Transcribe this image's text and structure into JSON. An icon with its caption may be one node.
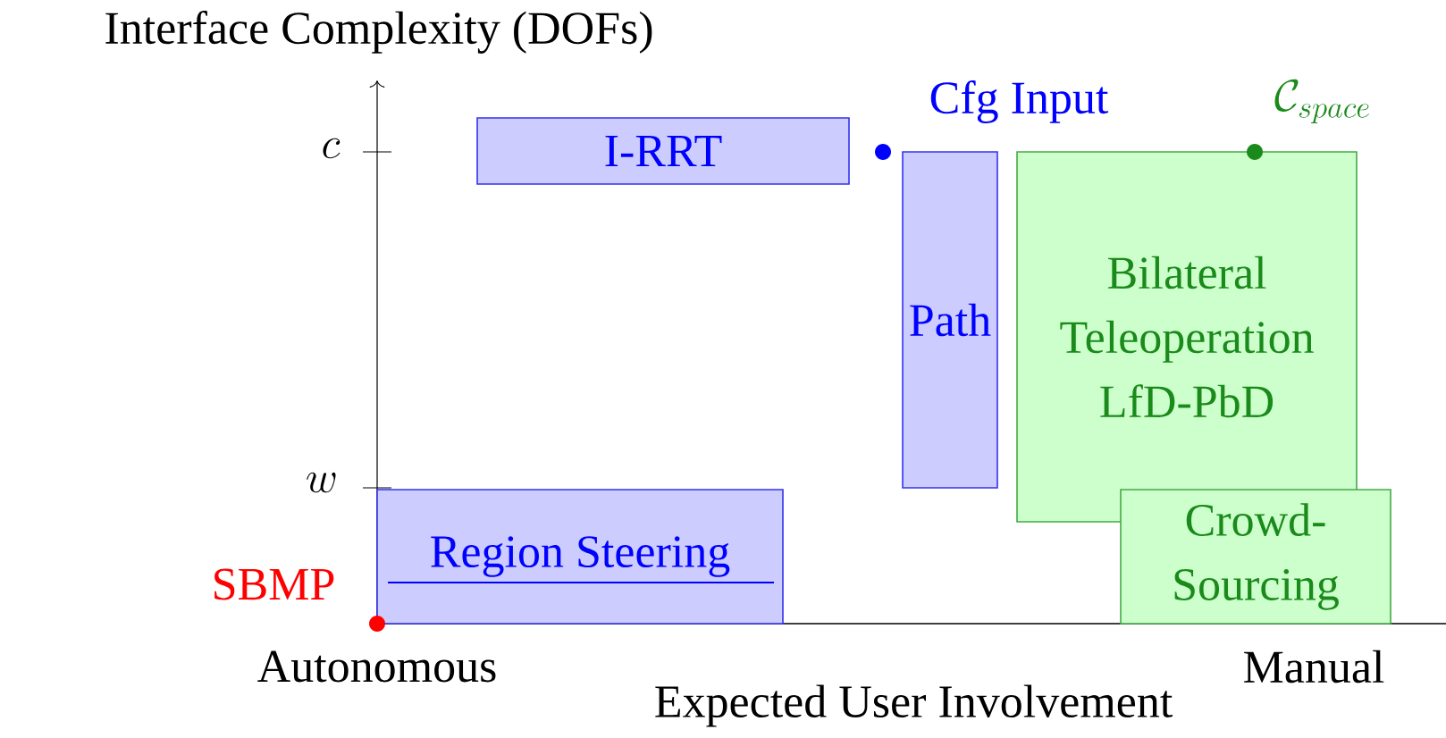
{
  "diagram": {
    "nodes": [
      {
        "text": [
          "I-RRT"
        ]
      },
      {
        "text": [],
        "shape": "circle",
        "beside": [
          "Cfg Input"
        ]
      },
      {
        "text": [],
        "shape": "circle",
        "beside": [
          "\\mathcal{C}_{space}"
        ]
      },
      {
        "text": [
          "Path"
        ]
      },
      {
        "text": [
          "Bilateral Teleoperation LfD-PbD"
        ]
      },
      {
        "text": [
          "Region Steering"
        ]
      },
      {
        "text": [
          "Crowd-Sourcing"
        ]
      },
      {
        "text": [],
        "shape": "circle",
        "beside": [
          "SBMP"
        ]
      }
    ],
    "labels": [
      "Interface Complexity (DOFs)",
      "c",
      "w",
      "Autonomous",
      "Expected User Involvement",
      "Manual"
    ]
  }
}
